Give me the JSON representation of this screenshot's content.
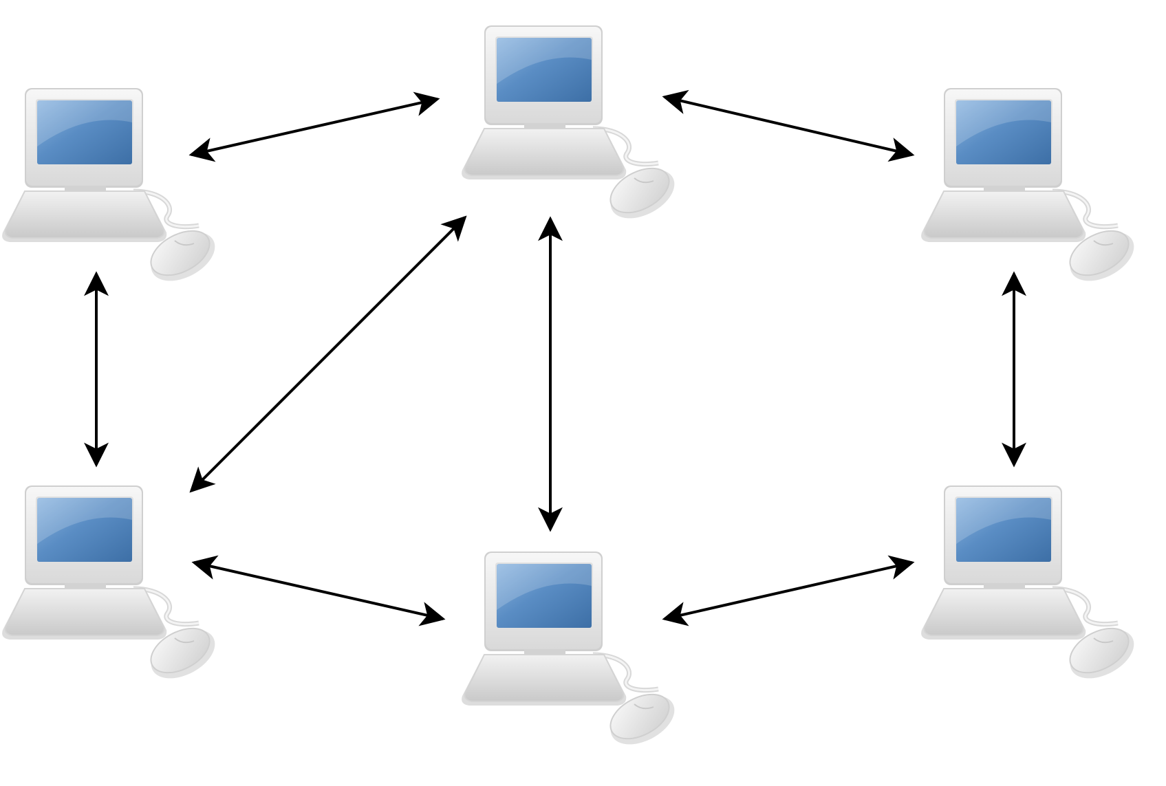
{
  "diagram": {
    "type": "peer-to-peer network",
    "nodes": [
      {
        "id": "computer-top-left",
        "icon": "desktop-computer-icon"
      },
      {
        "id": "computer-top-center",
        "icon": "desktop-computer-icon"
      },
      {
        "id": "computer-top-right",
        "icon": "desktop-computer-icon"
      },
      {
        "id": "computer-bottom-left",
        "icon": "desktop-computer-icon"
      },
      {
        "id": "computer-bottom-center",
        "icon": "desktop-computer-icon"
      },
      {
        "id": "computer-bottom-right",
        "icon": "desktop-computer-icon"
      }
    ],
    "edges": [
      {
        "from": "computer-top-left",
        "to": "computer-top-center",
        "direction": "bidirectional"
      },
      {
        "from": "computer-top-center",
        "to": "computer-top-right",
        "direction": "bidirectional"
      },
      {
        "from": "computer-top-left",
        "to": "computer-bottom-left",
        "direction": "bidirectional"
      },
      {
        "from": "computer-bottom-left",
        "to": "computer-top-center",
        "direction": "bidirectional"
      },
      {
        "from": "computer-top-center",
        "to": "computer-bottom-center",
        "direction": "bidirectional"
      },
      {
        "from": "computer-top-right",
        "to": "computer-bottom-right",
        "direction": "bidirectional"
      },
      {
        "from": "computer-bottom-left",
        "to": "computer-bottom-center",
        "direction": "bidirectional"
      },
      {
        "from": "computer-bottom-center",
        "to": "computer-bottom-right",
        "direction": "bidirectional"
      }
    ],
    "colors": {
      "screen": "#4a7fb5",
      "screen_highlight": "#8db6e0",
      "bezel": "#e6e6e6",
      "case": "#dedede",
      "arrow": "#000000"
    }
  }
}
